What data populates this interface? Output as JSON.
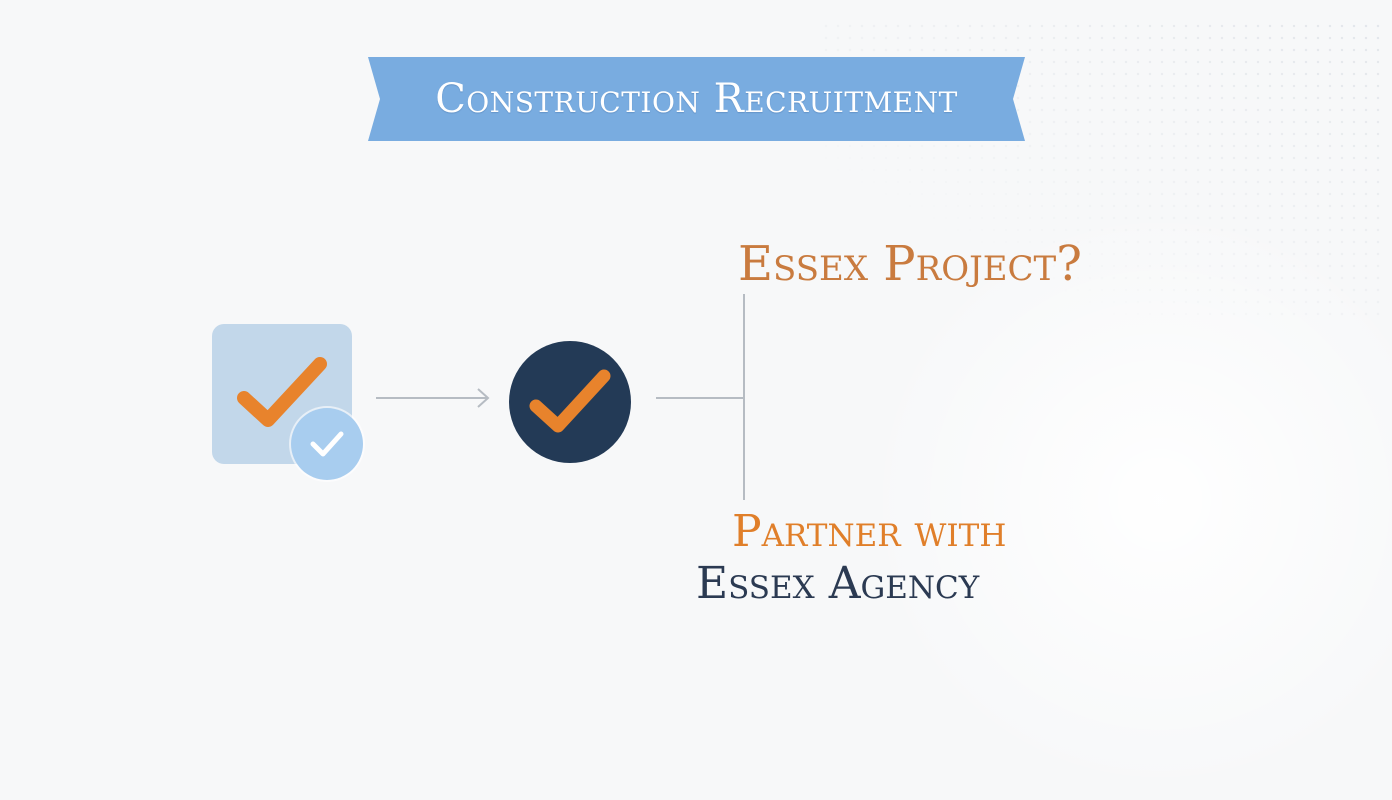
{
  "banner": {
    "title": "Construction Recruitment",
    "color": "#79ace0"
  },
  "flow": {
    "start_icon": "checkbox-card-icon",
    "middle_icon": "check-circle-icon",
    "question": "Essex Project?",
    "answer_line1": "Partner with",
    "answer_line2": "Essex Agency"
  },
  "colors": {
    "orange": "#e8832c",
    "navy": "#233a56",
    "light_blue": "#c2d7ea",
    "badge_blue": "#a8cdef"
  }
}
